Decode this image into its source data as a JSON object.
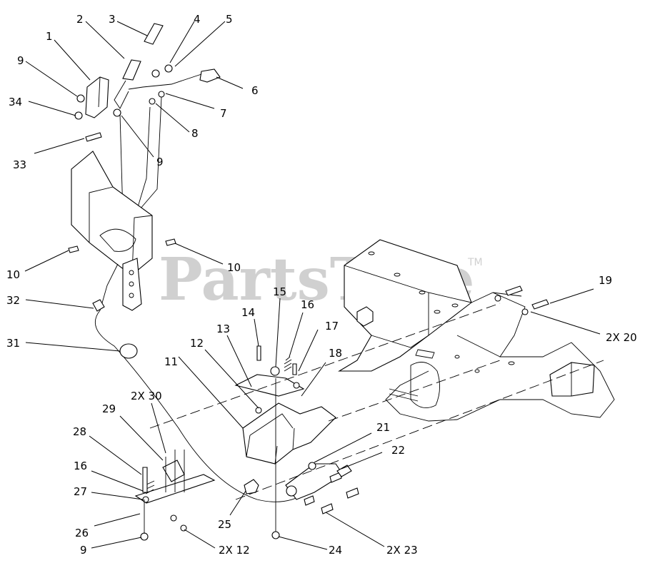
{
  "watermark": {
    "text": "PartsTree",
    "mark": "TM"
  },
  "labels": {
    "l1": "1",
    "l2": "2",
    "l3": "3",
    "l4": "4",
    "l5": "5",
    "l6": "6",
    "l7": "7",
    "l8": "8",
    "l9a": "9",
    "l9b": "9",
    "l34": "34",
    "l33": "33",
    "l10a": "10",
    "l10b": "10",
    "l32": "32",
    "l31": "31",
    "l11": "11",
    "l12": "12",
    "l13": "13",
    "l14": "14",
    "l15": "15",
    "l16a": "16",
    "l17": "17",
    "l18": "18",
    "l19": "19",
    "l20": "2X 20",
    "l21": "21",
    "l22": "22",
    "l30": "2X 30",
    "l29": "29",
    "l28": "28",
    "l16b": "16",
    "l27": "27",
    "l26": "26",
    "l9c": "9",
    "l12b": "2X 12",
    "l25": "25",
    "l24": "24",
    "l23": "2X 23"
  }
}
